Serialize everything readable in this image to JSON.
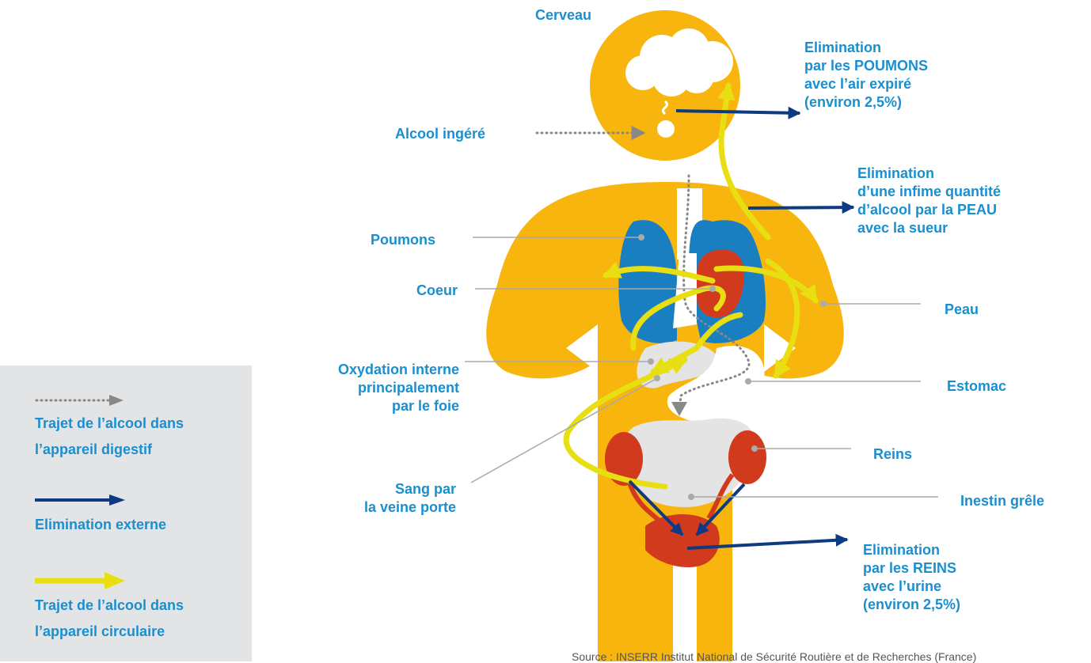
{
  "labels": {
    "cerveau": "Cerveau",
    "alcool_ingere": "Alcool ingéré",
    "poumons": "Poumons",
    "coeur": "Coeur",
    "oxydation": "Oxydation interne\nprincipalement\npar le foie",
    "sang": "Sang par\nla veine porte",
    "peau": "Peau",
    "estomac": "Estomac",
    "reins": "Reins",
    "intestin": "Inestin grêle",
    "elim_poumons": "Elimination\npar les POUMONS\navec l’air expiré\n(environ 2,5%)",
    "elim_peau": "Elimination\nd’une infime quantité\nd’alcool par la PEAU\navec la sueur",
    "elim_reins": "Elimination\npar les REINS\navec l’urine\n(environ 2,5%)"
  },
  "legend": {
    "digestif": "Trajet de l’alcool dans\nl’appareil digestif",
    "externe": "Elimination externe",
    "circulaire": "Trajet de l’alcool dans\nl’appareil circulaire"
  },
  "source": "Source : INSERR Institut National de Sécurité Routière et de Recherches (France)",
  "colors": {
    "body": "#f7b50d",
    "organ_red": "#d23a1e",
    "lung_blue": "#1a7fc1",
    "arrow_navy": "#0d3a80",
    "arrow_yellow": "#e8df12",
    "label_blue": "#1a8fcf",
    "organ_grey": "#e4e4e4"
  }
}
